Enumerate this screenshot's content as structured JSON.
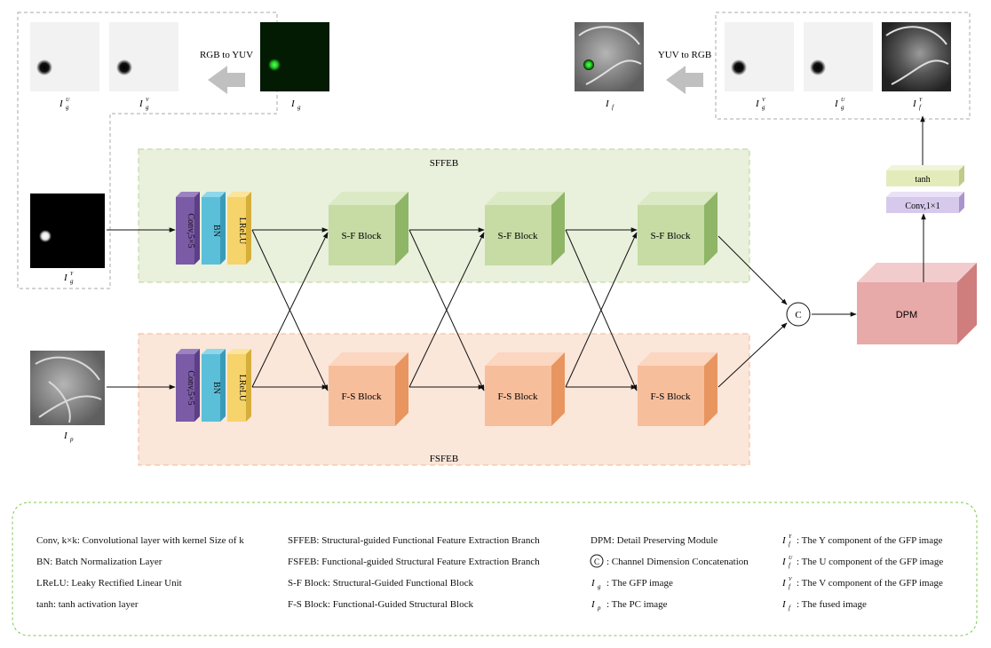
{
  "top": {
    "rgb_to_yuv": "RGB to YUV",
    "yuv_to_rgb": "YUV to RGB",
    "img_labels": {
      "igu": {
        "base": "I",
        "sub": "g",
        "sup": "U"
      },
      "igv": {
        "base": "I",
        "sub": "g",
        "sup": "V"
      },
      "ig": {
        "base": "I",
        "sub": "g",
        "sup": ""
      },
      "if": {
        "base": "I",
        "sub": "f",
        "sup": ""
      },
      "ifv_right": {
        "base": "I",
        "sub": "g",
        "sup": "V"
      },
      "ifu_right": {
        "base": "I",
        "sub": "g",
        "sup": "U"
      },
      "ify_right": {
        "base": "I",
        "sub": "f",
        "sup": "Y"
      },
      "igy_left": {
        "base": "I",
        "sub": "g",
        "sup": "Y"
      },
      "ip": {
        "base": "I",
        "sub": "p",
        "sup": ""
      }
    }
  },
  "branches": {
    "sffeb": "SFFEB",
    "fsfeb": "FSFEB"
  },
  "layers": {
    "conv": "Conv,5×5",
    "bn": "BN",
    "lrelu": "LReLU"
  },
  "blocks": {
    "sf": "S-F Block",
    "fs": "F-S Block"
  },
  "concat": "C",
  "dpm": "DPM",
  "head": {
    "conv": "Conv,1×1",
    "tanh": "tanh"
  },
  "legend": {
    "col1": [
      "Conv, k×k: Convolutional layer with kernel Size of k",
      "BN: Batch Normalization Layer",
      "LReLU: Leaky Rectified Linear Unit",
      "tanh: tanh activation layer"
    ],
    "col2": [
      "SFFEB: Structural-guided Functional Feature Extraction Branch",
      "FSFEB: Functional-guided Structural Feature Extraction Branch",
      "S-F Block: Structural-Guided Functional Block",
      "F-S Block: Functional-Guided Structural Block"
    ],
    "col3": [
      "DPM: Detail Preserving Module",
      ": Channel Dimension Concatenation",
      ": The GFP image",
      ": The PC image"
    ],
    "col4": [
      ": The Y component of the GFP image",
      ": The U component of the GFP image",
      ": The V component of the GFP image",
      ": The fused image"
    ]
  },
  "colors": {
    "conv": "#7b5aa6",
    "bn": "#5bbfd9",
    "lrelu": "#f6d36b",
    "sf": "#c6dca4",
    "fs": "#f7be9c",
    "dpm": "#e8a9a9",
    "head_conv": "#d6c9ec",
    "tanh": "#e4ebbb",
    "green_region": "#e9f0dc",
    "orange_region": "#fbe6da"
  }
}
